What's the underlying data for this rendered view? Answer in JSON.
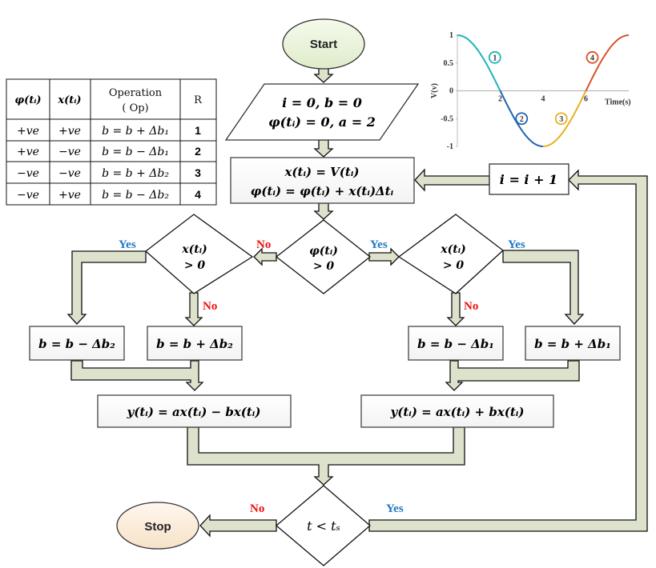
{
  "flowchart": {
    "start_label": "Start",
    "stop_label": "Stop",
    "init_line1": "i = 0, b = 0",
    "init_line2": "φ(tᵢ) = 0, a = 2",
    "process_line1": "x(tᵢ) = V(tᵢ)",
    "process_line2": "φ(tᵢ) = φ(tᵢ) + x(tᵢ)Δtᵢ",
    "increment": "i = i + 1",
    "decision_phi_line1": "φ(tᵢ)",
    "decision_phi_line2": "> 0",
    "decision_x_left_line1": "x(tᵢ)",
    "decision_x_left_line2": "> 0",
    "decision_x_right_line1": "x(tᵢ)",
    "decision_x_right_line2": "> 0",
    "box_b_minus_db2": "b = b − Δb₂",
    "box_b_plus_db2": "b = b + Δb₂",
    "box_b_minus_db1": "b = b − Δb₁",
    "box_b_plus_db1": "b = b + Δb₁",
    "output_left": "y(tᵢ) = ax(tᵢ) − bx(tᵢ)",
    "output_right": "y(tᵢ) = ax(tᵢ) + bx(tᵢ)",
    "decision_time": "t < tₛ",
    "yes_label": "Yes",
    "no_label": "No",
    "colors": {
      "arrow_fill": "#dde2cc",
      "start_fill": "#eaf3da",
      "stop_fill": "#fbeedd",
      "yes": "#1f77c4",
      "no": "#ee1111"
    }
  },
  "rule_table": {
    "headers": [
      "φ(tᵢ)",
      "x(tᵢ)",
      "Operation\n( Op)",
      "R"
    ],
    "header_op_line1": "Operation",
    "header_op_line2": "( Op)",
    "rows": [
      {
        "phi": "+ve",
        "x": "+ve",
        "op": "b = b + Δb₁",
        "r": "1"
      },
      {
        "phi": "+ve",
        "x": "−ve",
        "op": "b = b − Δb₁",
        "r": "2"
      },
      {
        "phi": "−ve",
        "x": "−ve",
        "op": "b = b + Δb₂",
        "r": "3"
      },
      {
        "phi": "−ve",
        "x": "+ve",
        "op": "b = b − Δb₂",
        "r": "4"
      }
    ]
  },
  "chart_data": {
    "type": "line",
    "title": "",
    "xlabel": "Time(s)",
    "ylabel": "V(v)",
    "xlim": [
      0,
      8
    ],
    "ylim": [
      -1,
      1
    ],
    "x_ticks": [
      "2",
      "4",
      "6"
    ],
    "y_ticks": [
      "1",
      "0.5",
      "0",
      "-0.5",
      "-1"
    ],
    "function": "cos(pi*t/4)",
    "series": [
      {
        "name": "1",
        "region": 1,
        "color": "#1fb3b8",
        "x": [
          0,
          0.5,
          1,
          1.5,
          2
        ],
        "y": [
          1,
          0.924,
          0.707,
          0.383,
          0
        ]
      },
      {
        "name": "2",
        "region": 2,
        "color": "#1f63b0",
        "x": [
          2,
          2.5,
          3,
          3.5,
          4
        ],
        "y": [
          0,
          -0.383,
          -0.707,
          -0.924,
          -1
        ]
      },
      {
        "name": "3",
        "region": 3,
        "color": "#e8b020",
        "x": [
          4,
          4.5,
          5,
          5.5,
          6
        ],
        "y": [
          -1,
          -0.924,
          -0.707,
          -0.383,
          0
        ]
      },
      {
        "name": "4",
        "region": 4,
        "color": "#d9532a",
        "x": [
          6,
          6.5,
          7,
          7.5,
          8
        ],
        "y": [
          0,
          0.383,
          0.707,
          0.924,
          1
        ]
      }
    ],
    "annotations": [
      {
        "label": "1",
        "x": 1.75,
        "y": 0.6
      },
      {
        "label": "2",
        "x": 3.0,
        "y": -0.5
      },
      {
        "label": "3",
        "x": 4.85,
        "y": -0.5
      },
      {
        "label": "4",
        "x": 6.3,
        "y": 0.6
      }
    ],
    "grid": false,
    "legend": "none"
  }
}
